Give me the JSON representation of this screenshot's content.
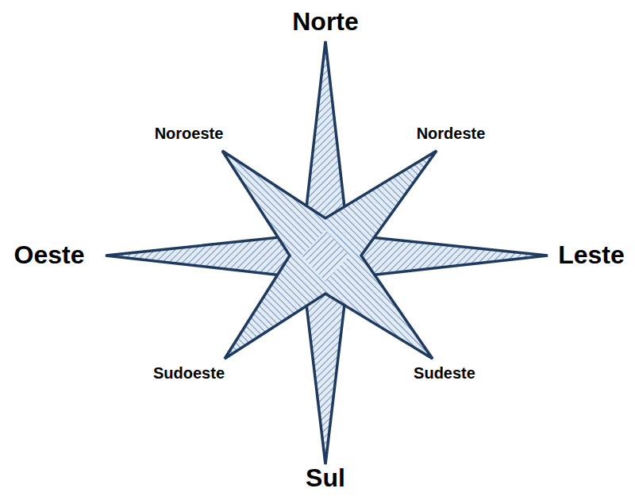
{
  "diagram": {
    "labels": [
      "Norte",
      "Noroeste",
      "Nordeste",
      "Oeste",
      "Leste",
      "Sudoeste",
      "Sudeste",
      "Sul"
    ]
  }
}
